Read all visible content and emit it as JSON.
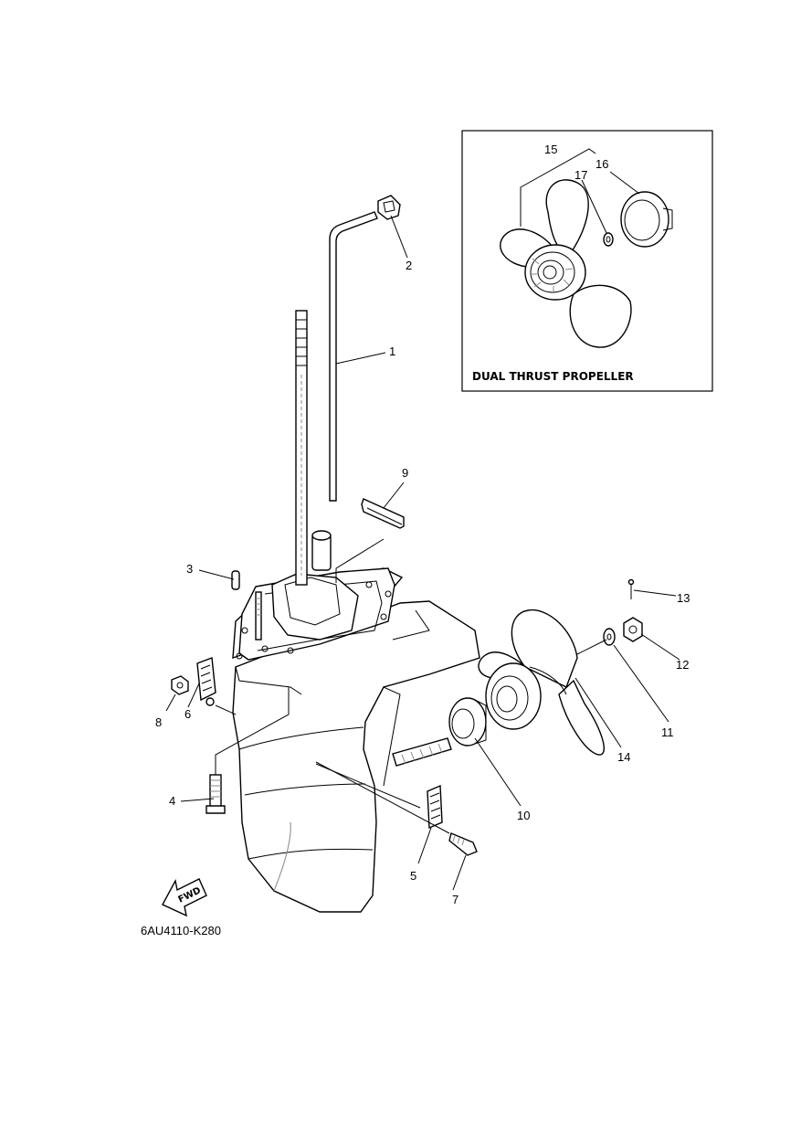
{
  "inset": {
    "title": "DUAL THRUST PROPELLER",
    "callouts": {
      "c15": "15",
      "c16": "16",
      "c17": "17"
    }
  },
  "callouts": {
    "c1": "1",
    "c2": "2",
    "c3": "3",
    "c4": "4",
    "c5": "5",
    "c6": "6",
    "c7": "7",
    "c8": "8",
    "c9": "9",
    "c10": "10",
    "c11": "11",
    "c12": "12",
    "c13": "13",
    "c14": "14"
  },
  "fwd_label": "FWD",
  "drawing_code": "6AU4110-K280"
}
